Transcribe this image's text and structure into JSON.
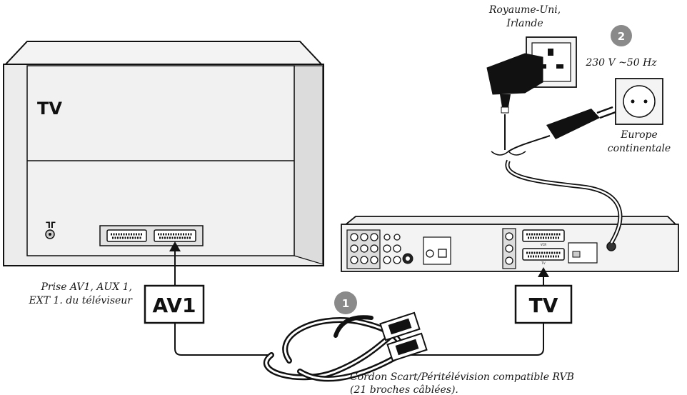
{
  "tv": {
    "screen_label": "TV",
    "socket_caption_line1": "Prise AV1, AUX 1,",
    "socket_caption_line2": "EXT 1. du téléviseur",
    "input_label": "AV1"
  },
  "recorder": {
    "output_label": "TV",
    "scart_top_label": "VCR",
    "scart_bottom_label": "TV"
  },
  "cable": {
    "step_number": "1",
    "caption_line1": "Cordon Scart/Péritélévision compatible RVB",
    "caption_line2": "(21 broches câblées)."
  },
  "power": {
    "step_number": "2",
    "uk_line1": "Royaume-Uni,",
    "uk_line2": "Irlande",
    "voltage": "230 V ~50 Hz",
    "eu_line1": "Europe",
    "eu_line2": "continentale"
  },
  "colors": {
    "badge": "#8a8a8a",
    "line": "#111111",
    "tv_body": "#ececec"
  }
}
